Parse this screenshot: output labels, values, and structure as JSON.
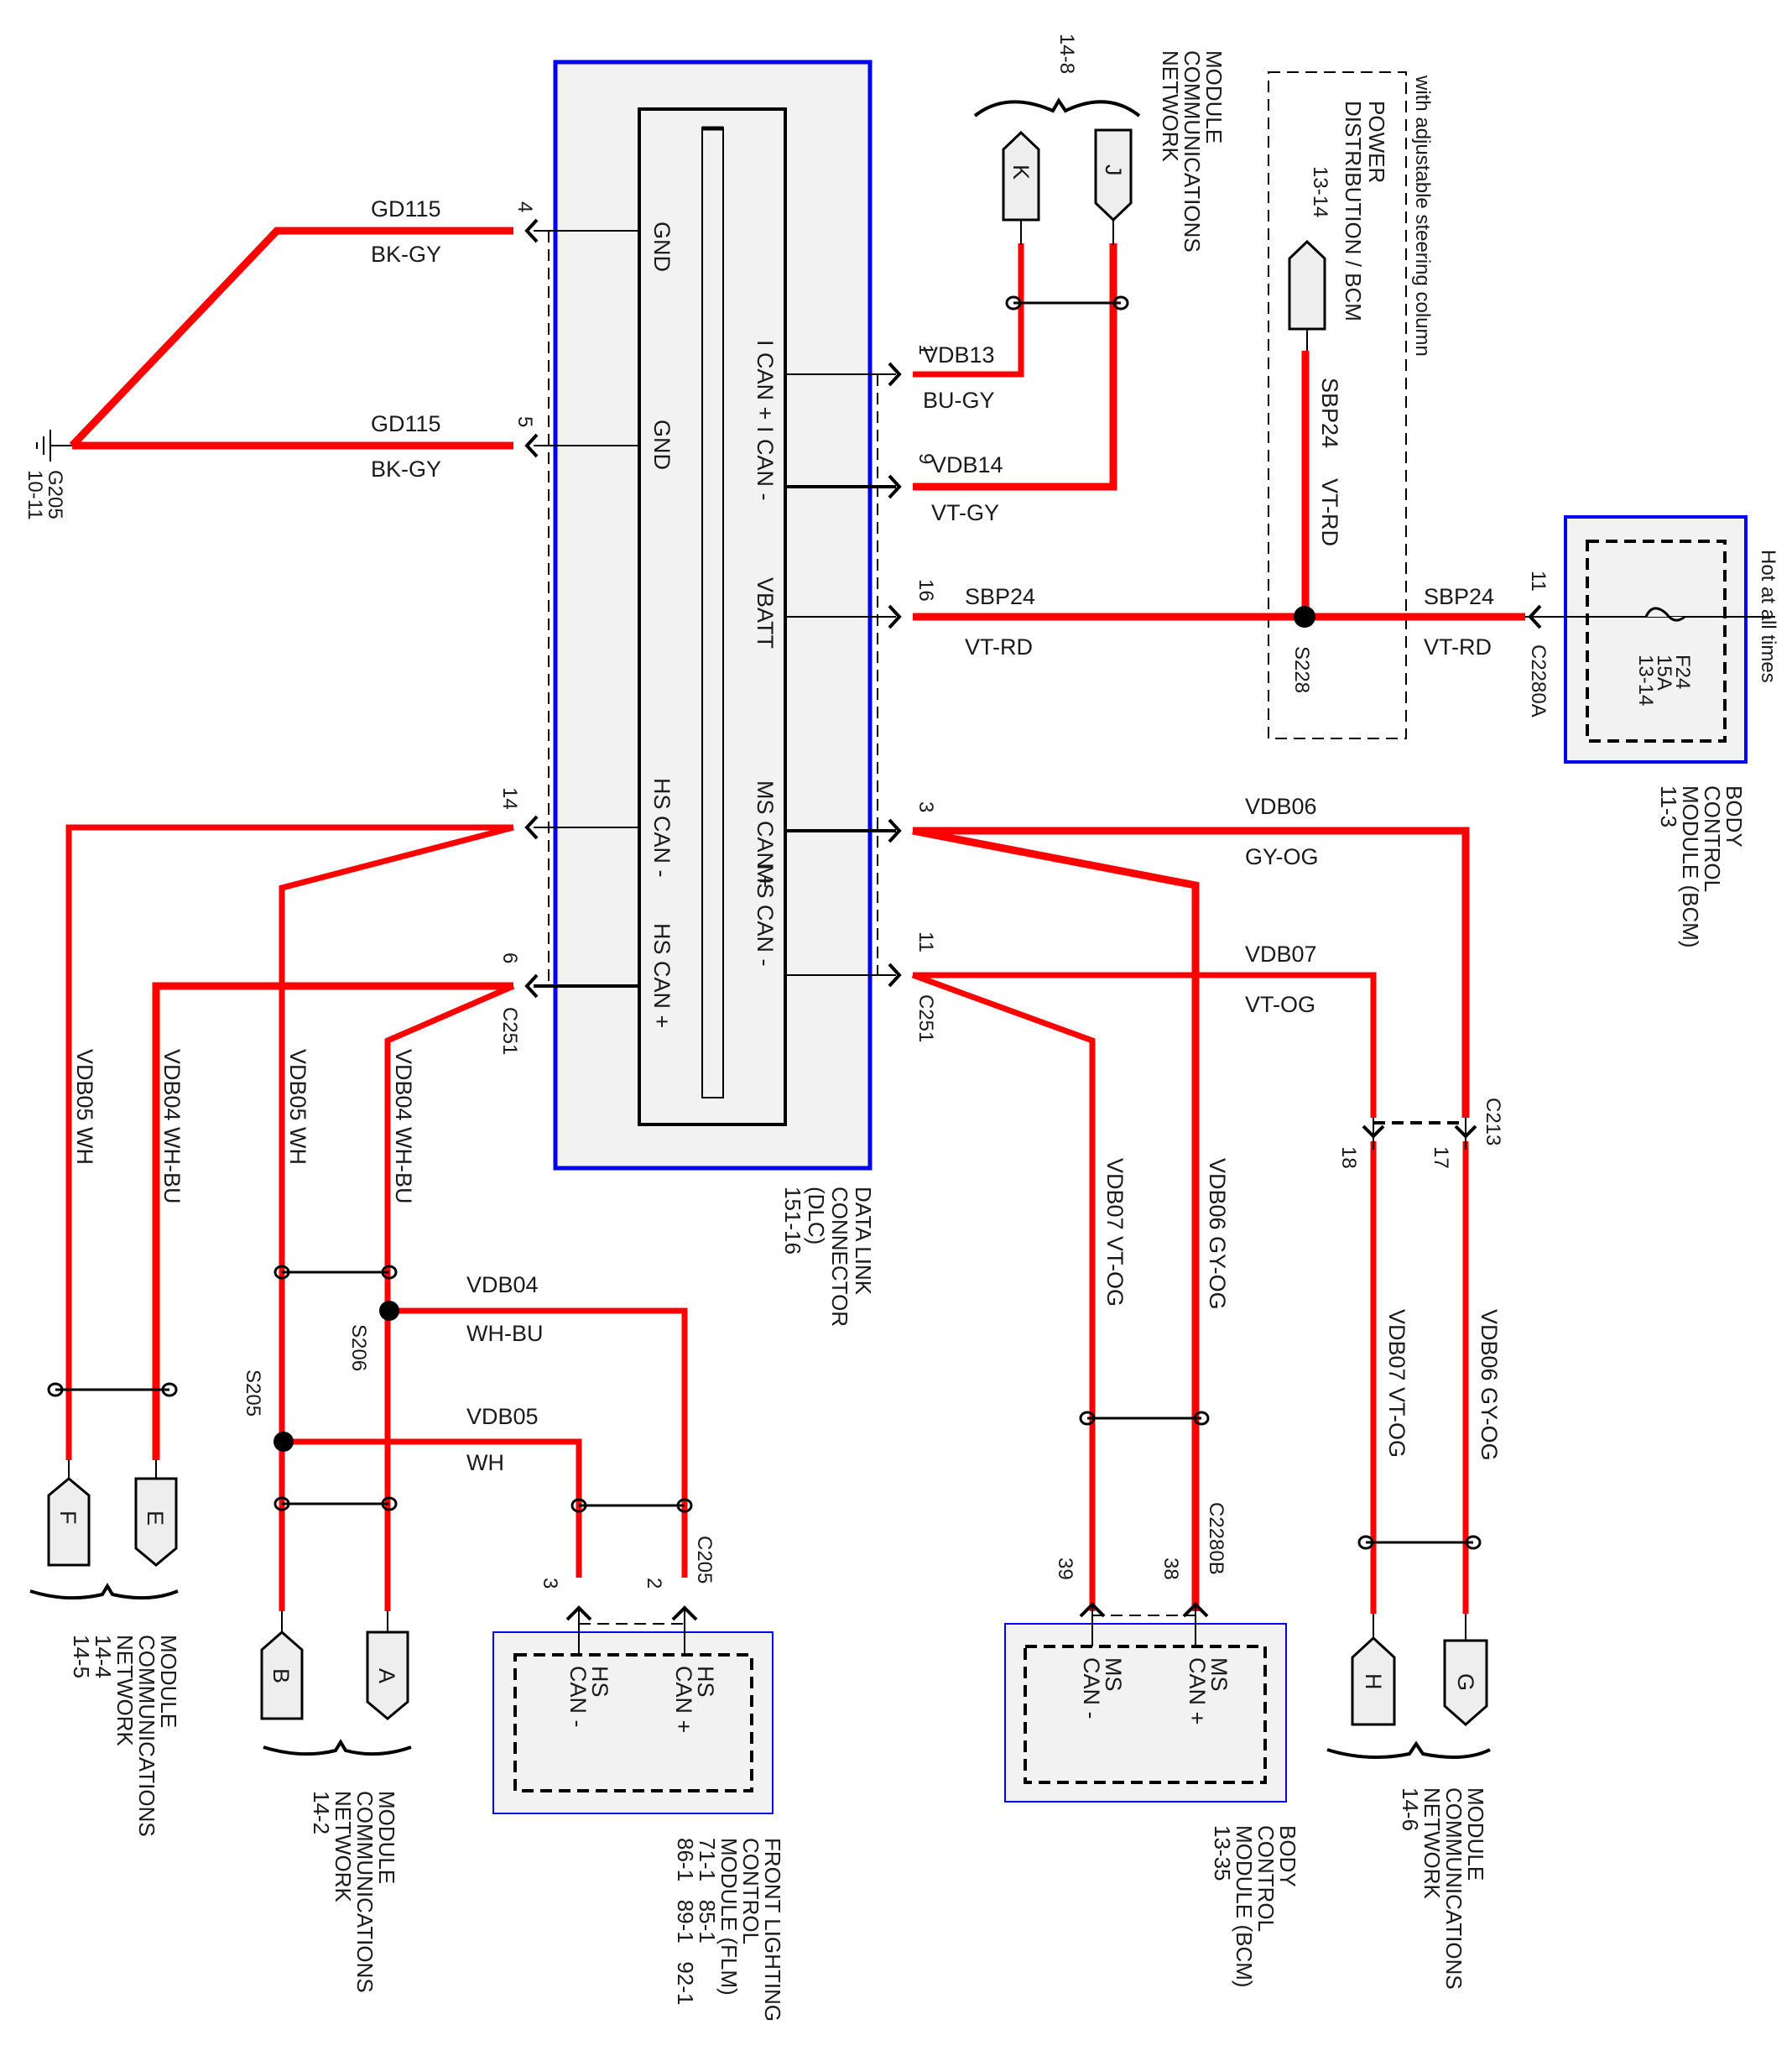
{
  "diagram": {
    "title": "Module Communications Network wiring diagram",
    "colors": {
      "wire": "#ff0000",
      "module_border": "#0000ee",
      "module_fill": "#f2f2f2"
    },
    "dlc": {
      "name": "DATA LINK CONNECTOR (DLC)",
      "name_lines": [
        "DATA LINK",
        "CONNECTOR",
        "(DLC)",
        "151-16"
      ],
      "pins_left": [
        {
          "label": "GND",
          "pin": "4",
          "circuit": "GD115",
          "color": "BK-GY"
        },
        {
          "label": "GND",
          "pin": "5",
          "circuit": "GD115",
          "color": "BK-GY"
        },
        {
          "label": "HS CAN -",
          "pin": "14",
          "circuit": "VDB05",
          "color": "WH"
        },
        {
          "label": "HS CAN +",
          "pin": "6",
          "circuit": "VDB04",
          "color": "WH-BU"
        }
      ],
      "pins_right": [
        {
          "label": "I CAN +",
          "pin": "1",
          "circuit": "VDB13",
          "color": "BU-GY"
        },
        {
          "label": "I CAN -",
          "pin": "9",
          "circuit": "VDB14",
          "color": "VT-GY"
        },
        {
          "label": "VBATT",
          "pin": "16",
          "circuit": "SBP24",
          "color": "VT-RD"
        },
        {
          "label": "MS CAN +",
          "pin": "3",
          "circuit": "VDB06",
          "color": "GY-OG"
        },
        {
          "label": "MS CAN -",
          "pin": "11",
          "circuit": "VDB07",
          "color": "VT-OG"
        }
      ],
      "connector_left": "C251",
      "connector_right": "C251"
    },
    "ground": {
      "name": "G205",
      "page": "10-11"
    },
    "network_refs": [
      {
        "id": "top",
        "title_lines": [
          "MODULE",
          "COMMUNICATIONS",
          "NETWORK"
        ],
        "page": "14-8",
        "connectors": [
          "K",
          "J"
        ]
      },
      {
        "id": "left",
        "title_lines": [
          "MODULE",
          "COMMUNICATIONS",
          "NETWORK"
        ],
        "pages": [
          "14-4",
          "14-5"
        ],
        "connectors": [
          "F",
          "E"
        ]
      },
      {
        "id": "mid",
        "title_lines": [
          "MODULE",
          "COMMUNICATIONS",
          "NETWORK"
        ],
        "page": "14-2",
        "connectors": [
          "B",
          "A"
        ]
      },
      {
        "id": "right",
        "title_lines": [
          "MODULE",
          "COMMUNICATIONS",
          "NETWORK"
        ],
        "page": "14-6",
        "connectors": [
          "H",
          "G"
        ]
      }
    ],
    "power_distribution": {
      "note": "with adjustable steering column",
      "title_lines": [
        "POWER",
        "DISTRIBUTION / BCM"
      ],
      "page": "13-14",
      "circuit": "SBP24",
      "color": "VT-RD",
      "splice": "S228"
    },
    "bcm_top": {
      "title_lines": [
        "BODY",
        "CONTROL",
        "MODULE (BCM)",
        "11-3"
      ],
      "hot_label": "Hot at all times",
      "fuse": {
        "name": "F24",
        "rating": "15A",
        "page": "13-14"
      },
      "pin": "11",
      "connector": "C2280A",
      "circuit": "SBP24",
      "color": "VT-RD"
    },
    "splices": {
      "s205": "S205",
      "s206": "S206"
    },
    "flm": {
      "title_lines": [
        "FRONT LIGHTING",
        "CONTROL",
        "MODULE (FLM)",
        "71-1   85-1",
        "86-1   89-1   92-1"
      ],
      "connector": "C205",
      "pins": [
        {
          "pin": "3",
          "label_lines": [
            "HS",
            "CAN -"
          ]
        },
        {
          "pin": "2",
          "label_lines": [
            "HS",
            "CAN +"
          ]
        }
      ],
      "wires": [
        {
          "circuit": "VDB04",
          "color": "WH-BU"
        },
        {
          "circuit": "VDB05",
          "color": "WH"
        }
      ]
    },
    "bcm_bottom": {
      "title_lines": [
        "BODY",
        "CONTROL",
        "MODULE (BCM)",
        "13-35"
      ],
      "connector": "C2280B",
      "pins": [
        {
          "pin": "39",
          "label_lines": [
            "MS",
            "CAN -"
          ]
        },
        {
          "pin": "38",
          "label_lines": [
            "MS",
            "CAN +"
          ]
        }
      ]
    },
    "c213": {
      "connector": "C213",
      "pins": [
        "18",
        "17"
      ]
    },
    "vertical_wires": {
      "vdb05_wh": "VDB05   WH",
      "vdb04_whbu": "VDB04   WH-BU",
      "vdb07_vtog": "VDB07   VT-OG",
      "vdb06_gyog": "VDB06   GY-OG"
    }
  }
}
